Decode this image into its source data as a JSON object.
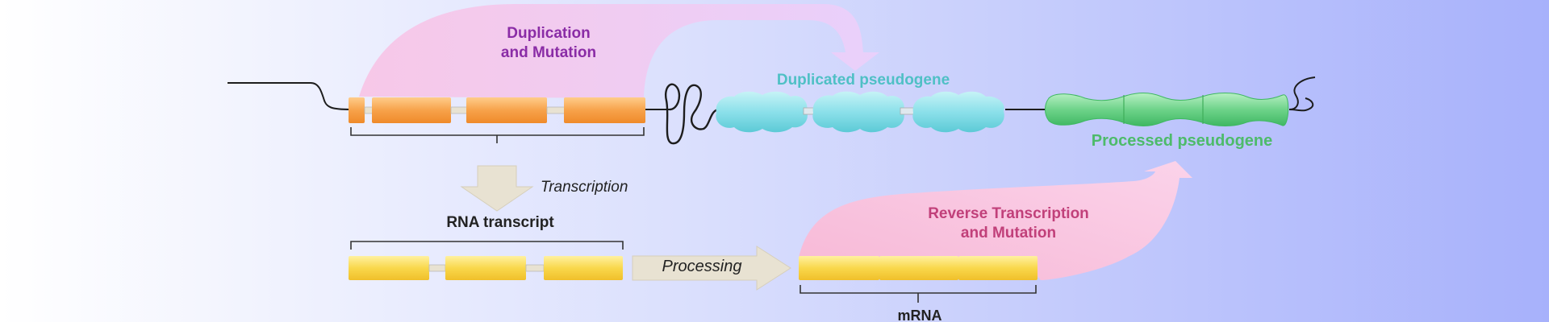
{
  "labels": {
    "duplication_mutation_line1": "Duplication",
    "duplication_mutation_line2": "and Mutation",
    "duplicated_pseudogene": "Duplicated pseudogene",
    "processed_pseudogene": "Processed pseudogene",
    "transcription": "Transcription",
    "rna_transcript": "RNA transcript",
    "processing": "Processing",
    "reverse_transcription_line1": "Reverse Transcription",
    "reverse_transcription_line2": "and Mutation",
    "mrna": "mRNA"
  },
  "colors": {
    "background_left": "#ffffff",
    "background_right": "#a7b1fb",
    "purple_text": "#8a2ca6",
    "pink_text": "#c1407a",
    "teal_text": "#4fc0c5",
    "green_text": "#4dbb6a",
    "black_text": "#222222",
    "gene_exon": "#f7a24a",
    "rna_exon": "#f9d84c",
    "duplicated_pseudogene_fill": "#8ce0ea",
    "processed_pseudogene_fill": "#6ed38a",
    "arrow_duplication": "#f3d0f4",
    "arrow_reverse": "#f8c6df",
    "arrow_gray": "#e8e2d2"
  }
}
